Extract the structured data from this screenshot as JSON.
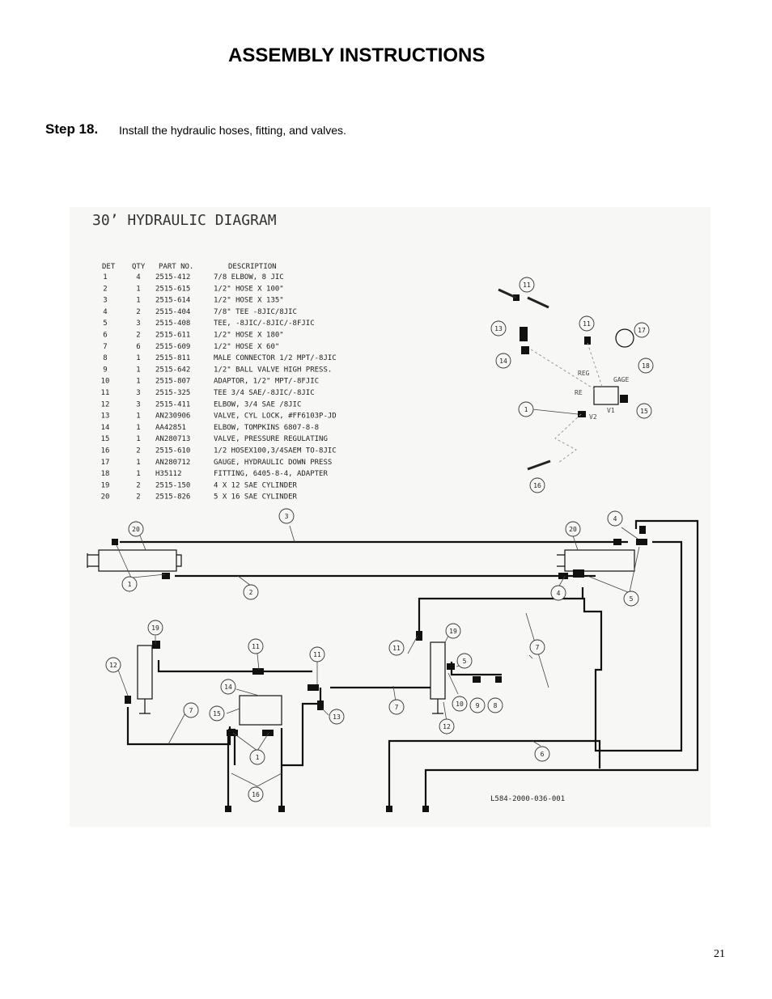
{
  "header": {
    "title": "ASSEMBLY INSTRUCTIONS"
  },
  "step": {
    "label": "Step 18.",
    "text": "Install the hydraulic hoses, fitting, and valves."
  },
  "diagram": {
    "title": "30’ HYDRAULIC DIAGRAM",
    "drawing_number": "L584-2000-036-001",
    "component_labels": {
      "reg": "REG",
      "gage": "GAGE",
      "re": "RE",
      "v1": "V1",
      "v2": "V2"
    },
    "columns": {
      "det": "DET",
      "qty": "QTY",
      "part": "PART NO.",
      "desc": "DESCRIPTION"
    },
    "parts": [
      {
        "det": "1",
        "qty": "4",
        "part": "2515-412",
        "desc": "7/8 ELBOW, 8 JIC"
      },
      {
        "det": "2",
        "qty": "1",
        "part": "2515-615",
        "desc": "1/2\" HOSE X 100\""
      },
      {
        "det": "3",
        "qty": "1",
        "part": "2515-614",
        "desc": "1/2\" HOSE X 135\""
      },
      {
        "det": "4",
        "qty": "2",
        "part": "2515-404",
        "desc": "7/8\" TEE -8JIC/8JIC"
      },
      {
        "det": "5",
        "qty": "3",
        "part": "2515-408",
        "desc": "TEE, -8JIC/-8JIC/-8FJIC"
      },
      {
        "det": "6",
        "qty": "2",
        "part": "2515-611",
        "desc": "1/2\" HOSE X 180\""
      },
      {
        "det": "7",
        "qty": "6",
        "part": "2515-609",
        "desc": "1/2\" HOSE X 60\""
      },
      {
        "det": "8",
        "qty": "1",
        "part": "2515-811",
        "desc": "MALE CONNECTOR 1/2 MPT/-8JIC"
      },
      {
        "det": "9",
        "qty": "1",
        "part": "2515-642",
        "desc": "1/2\" BALL VALVE HIGH PRESS."
      },
      {
        "det": "10",
        "qty": "1",
        "part": "2515-807",
        "desc": "ADAPTOR, 1/2\" MPT/-8FJIC"
      },
      {
        "det": "11",
        "qty": "3",
        "part": "2515-325",
        "desc": "TEE 3/4 SAE/-8JIC/-8JIC"
      },
      {
        "det": "12",
        "qty": "3",
        "part": "2515-411",
        "desc": "ELBOW, 3/4 SAE /8JIC"
      },
      {
        "det": "13",
        "qty": "1",
        "part": "AN230906",
        "desc": "VALVE, CYL LOCK, #FF6103P-JD"
      },
      {
        "det": "14",
        "qty": "1",
        "part": "AA42851",
        "desc": "ELBOW, TOMPKINS 6807-8-8"
      },
      {
        "det": "15",
        "qty": "1",
        "part": "AN280713",
        "desc": "VALVE, PRESSURE REGULATING"
      },
      {
        "det": "16",
        "qty": "2",
        "part": "2515-610",
        "desc": "1/2 HOSEX100,3/4SAEM TO-8JIC"
      },
      {
        "det": "17",
        "qty": "1",
        "part": "AN280712",
        "desc": "GAUGE, HYDRAULIC DOWN PRESS"
      },
      {
        "det": "18",
        "qty": "1",
        "part": "H35112",
        "desc": "FITTING, 6405-8-4, ADAPTER"
      },
      {
        "det": "19",
        "qty": "2",
        "part": "2515-150",
        "desc": "4 X 12 SAE CYLINDER"
      },
      {
        "det": "20",
        "qty": "2",
        "part": "2515-826",
        "desc": "5 X 16 SAE CYLINDER"
      }
    ],
    "balloons": [
      "1",
      "2",
      "3",
      "4",
      "5",
      "6",
      "7",
      "8",
      "9",
      "10",
      "11",
      "12",
      "13",
      "14",
      "15",
      "16",
      "17",
      "18",
      "19",
      "20"
    ]
  },
  "footer": {
    "page_number": "21"
  }
}
